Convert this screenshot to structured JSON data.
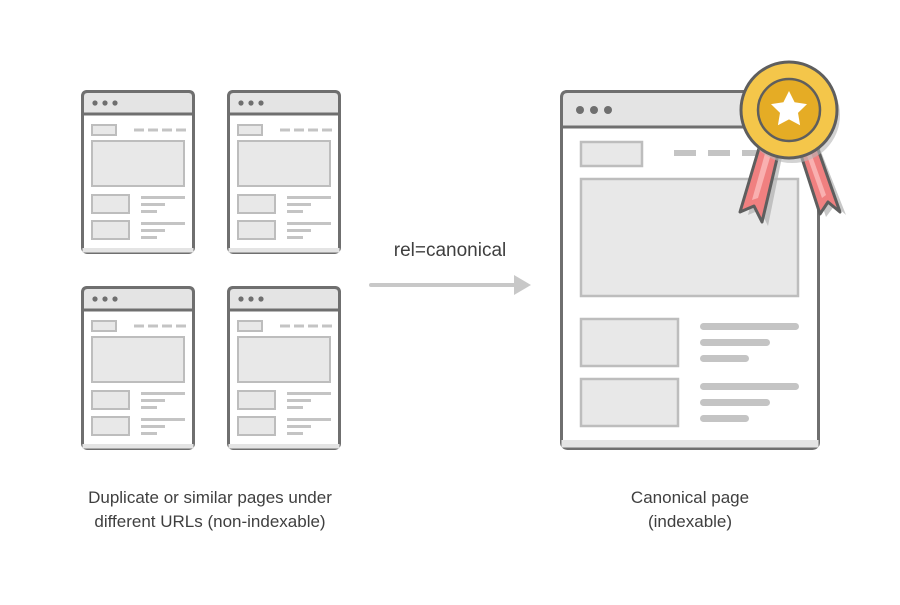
{
  "diagram": {
    "arrow_label": "rel=canonical",
    "duplicates_caption": [
      "Duplicate or similar pages under",
      "different URLs (non-indexable)"
    ],
    "canonical_caption": [
      "Canonical page",
      "(indexable)"
    ],
    "duplicate_page_count": 4
  },
  "colors": {
    "frame": "#6f6f6f",
    "titlebar": "#e4e4e4",
    "placeholder_fill": "#e8e8e8",
    "placeholder_stroke": "#bdbdbd",
    "arrow": "#c8c8c8",
    "medal_gold": "#e5ac25",
    "medal_gold_light": "#f4c64a",
    "ribbon": "#f08080",
    "text": "#3f3f3f"
  },
  "icons": {
    "medal": "award-medal-icon",
    "star": "star-icon"
  }
}
